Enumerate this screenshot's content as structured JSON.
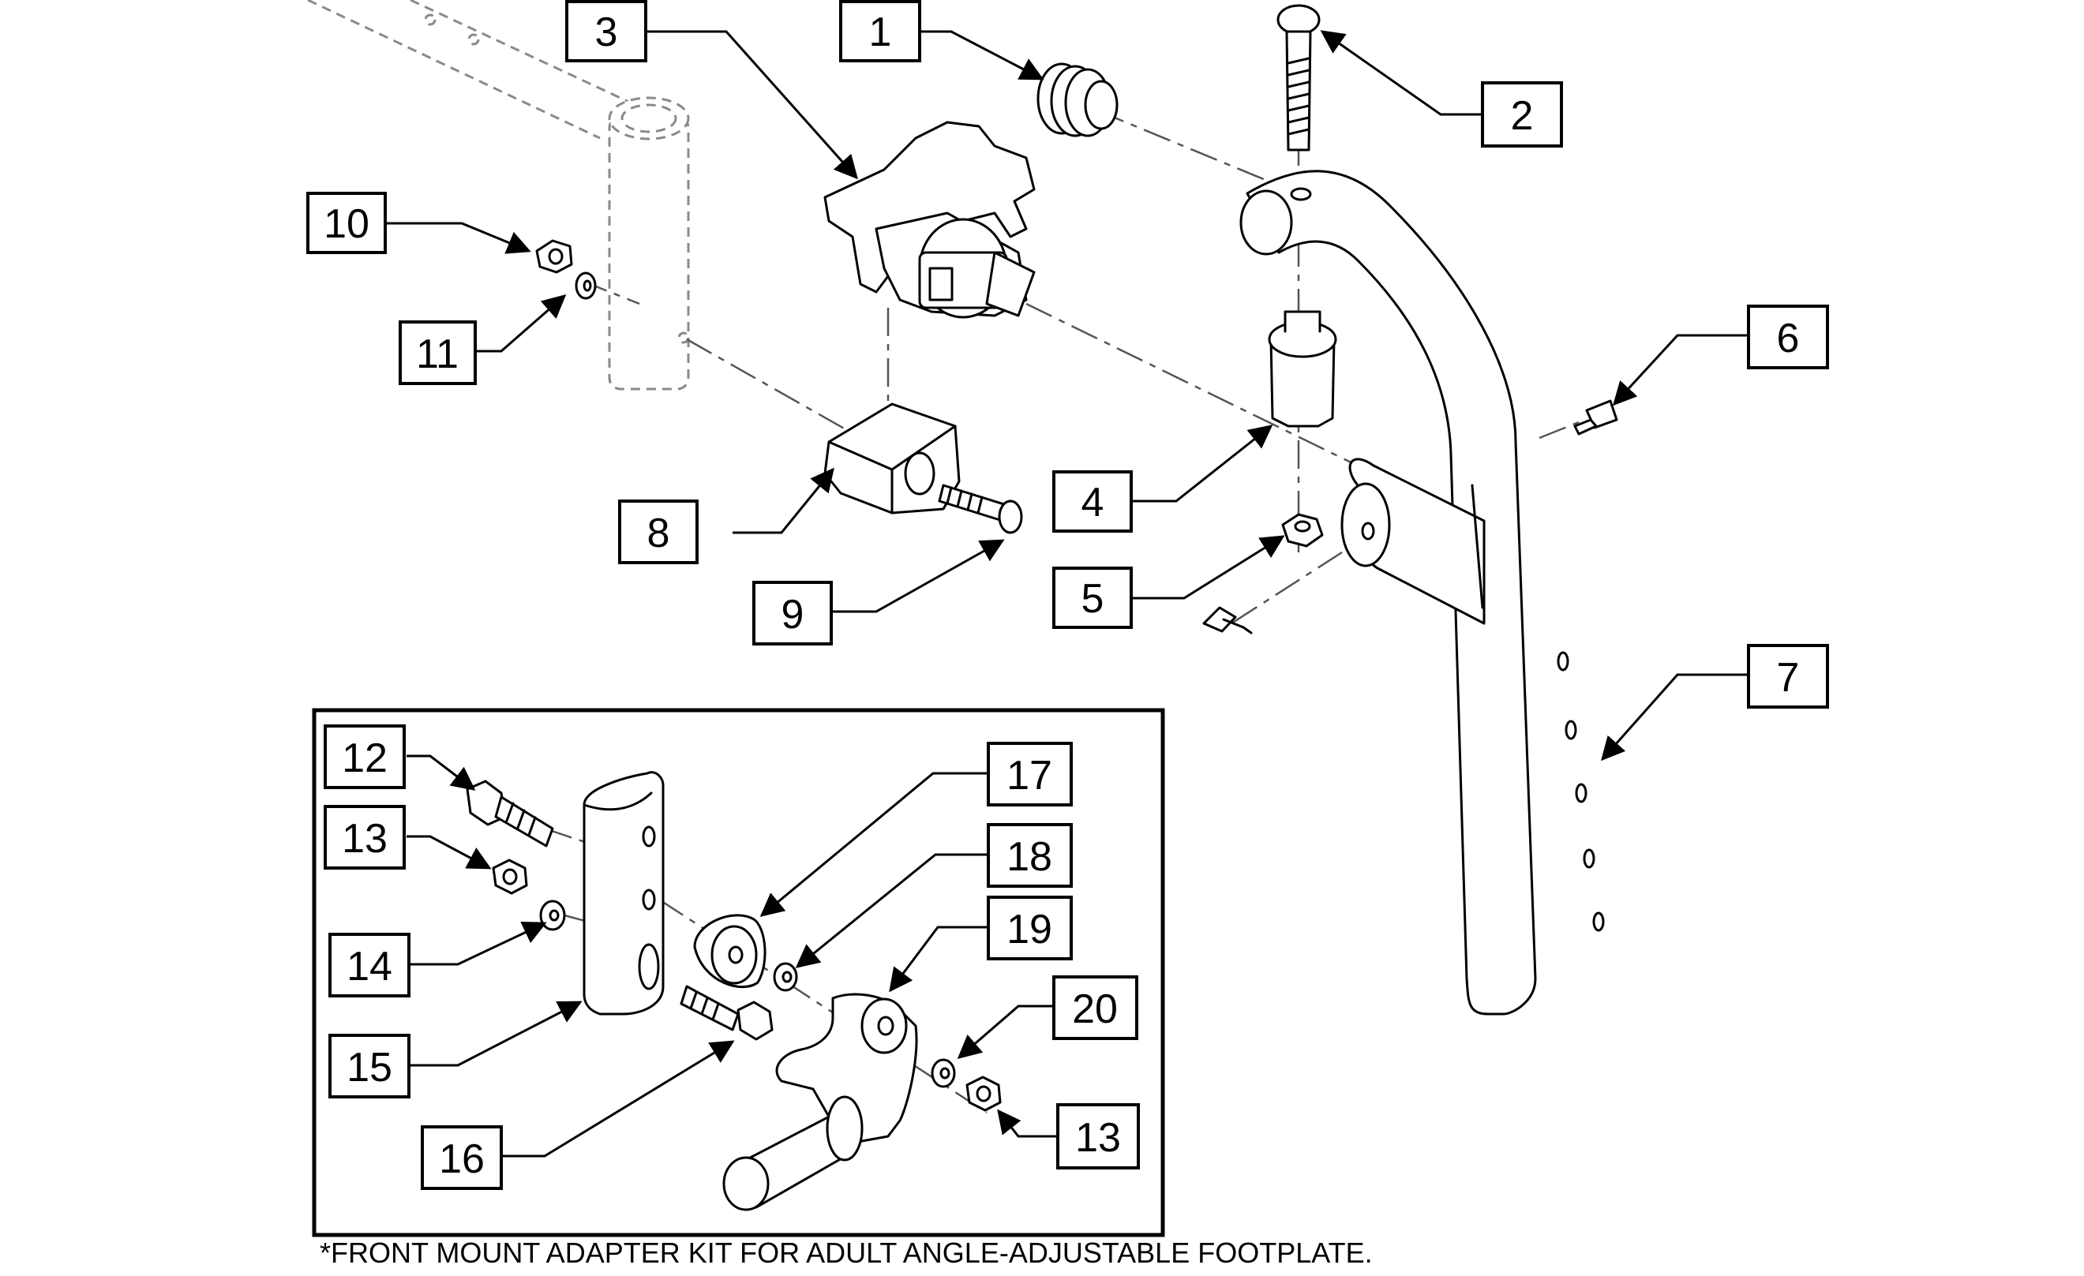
{
  "callouts": {
    "c1": "1",
    "c2": "2",
    "c3": "3",
    "c4": "4",
    "c5": "5",
    "c6": "6",
    "c7": "7",
    "c8": "8",
    "c9": "9",
    "c10": "10",
    "c11": "11",
    "c12": "12",
    "c13a": "13",
    "c14": "14",
    "c15": "15",
    "c16": "16",
    "c17": "17",
    "c18": "18",
    "c19": "19",
    "c20": "20",
    "c13b": "13"
  },
  "footnote": "*FRONT MOUNT ADAPTER KIT FOR ADULT ANGLE-ADJUSTABLE  FOOTPLATE."
}
